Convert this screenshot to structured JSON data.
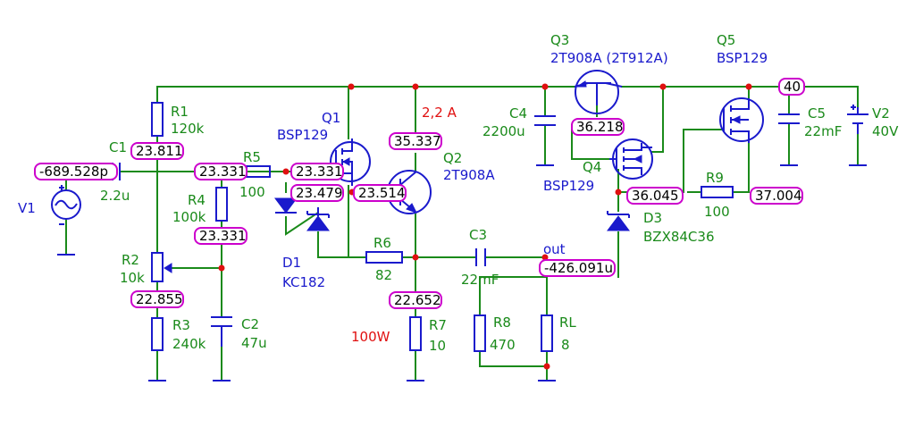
{
  "components": {
    "V1": {
      "name": "V1"
    },
    "V2": {
      "name": "V2",
      "value": "40V"
    },
    "R1": {
      "name": "R1",
      "value": "120k"
    },
    "R2": {
      "name": "R2",
      "value": "10k"
    },
    "R3": {
      "name": "R3",
      "value": "240k"
    },
    "R4": {
      "name": "R4",
      "value": "100k"
    },
    "R5": {
      "name": "R5",
      "value": "100"
    },
    "R6": {
      "name": "R6",
      "value": "82"
    },
    "R7": {
      "name": "R7",
      "value": "10"
    },
    "R8": {
      "name": "R8",
      "value": "470"
    },
    "R9": {
      "name": "R9",
      "value": "100"
    },
    "RL": {
      "name": "RL",
      "value": "8"
    },
    "C1": {
      "name": "C1",
      "value": "2.2u"
    },
    "C2": {
      "name": "C2",
      "value": "47u"
    },
    "C3": {
      "name": "C3",
      "value": "22mF"
    },
    "C4": {
      "name": "C4",
      "value": "2200u"
    },
    "C5": {
      "name": "C5",
      "value": "22mF"
    },
    "D1": {
      "name": "D1",
      "value": "KC182"
    },
    "D3": {
      "name": "D3",
      "value": "BZX84C36"
    },
    "Q1": {
      "name": "Q1",
      "value": "BSP129"
    },
    "Q2": {
      "name": "Q2",
      "value": "2T908A"
    },
    "Q3": {
      "name": "Q3",
      "value": "2T908A (2T912A)"
    },
    "Q4": {
      "name": "Q4",
      "value": "BSP129"
    },
    "Q5": {
      "name": "Q5",
      "value": "BSP129"
    }
  },
  "probes": {
    "p_v1": "-689.528p",
    "p_r1": "23.811",
    "p_r5l": "23.331",
    "p_r5r": "23.331",
    "p_d1": "23.479",
    "p_q2b": "23.514",
    "p_r4": "23.331",
    "p_r2": "22.855",
    "p_q2c": "35.337",
    "p_r7": "22.652",
    "p_q3": "36.218",
    "p_q4": "36.045",
    "p_r9": "37.004",
    "p_out": "-426.091u",
    "p_v2": "40"
  },
  "annotations": {
    "current": "2,2 A",
    "power": "100W",
    "out_net": "out"
  },
  "colors": {
    "wire": "#1a8a1a",
    "component": "#1a1acc",
    "junction": "#e01010",
    "probe_border": "#cc00cc",
    "annotation": "#e01010"
  }
}
